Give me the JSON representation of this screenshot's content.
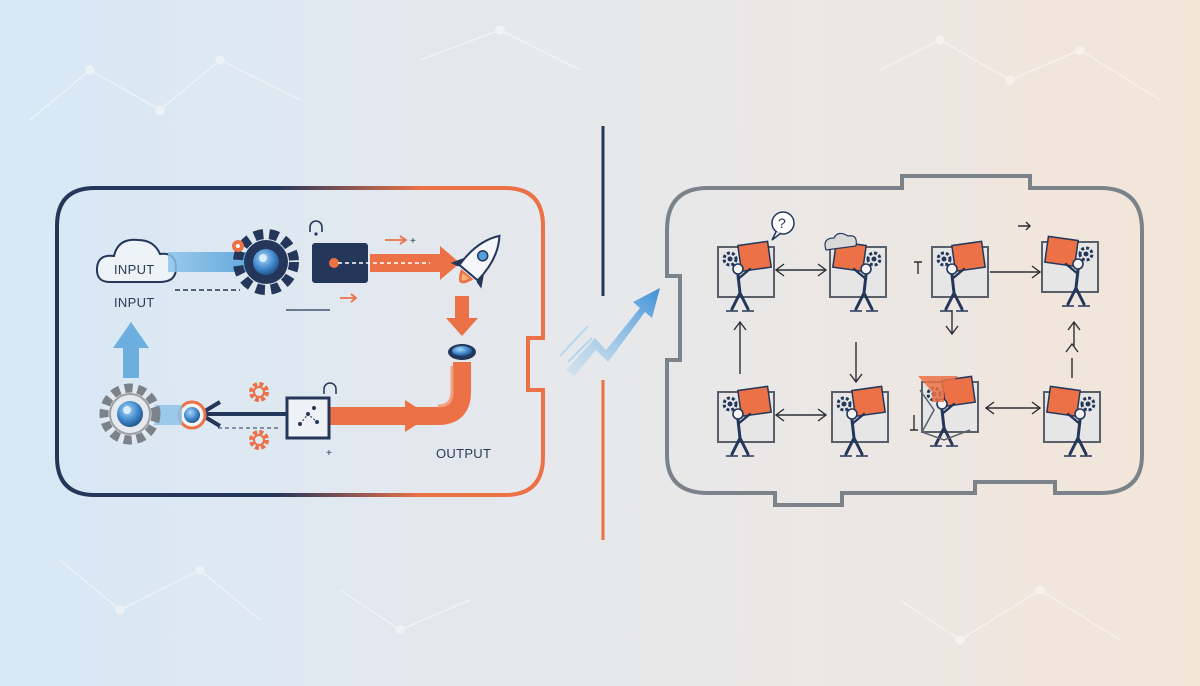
{
  "left_panel": {
    "cloud_label": "INPUT",
    "input_caption": "INPUT",
    "output_caption": "OUTPUT"
  },
  "right_panel": {
    "question_mark": "?"
  },
  "colors": {
    "navy": "#24375a",
    "orange": "#ec7147",
    "blue": "#4f9fd9",
    "light_blue": "#8ec3ea",
    "gray": "#7b8289",
    "box_fill": "#e6e6e6"
  }
}
